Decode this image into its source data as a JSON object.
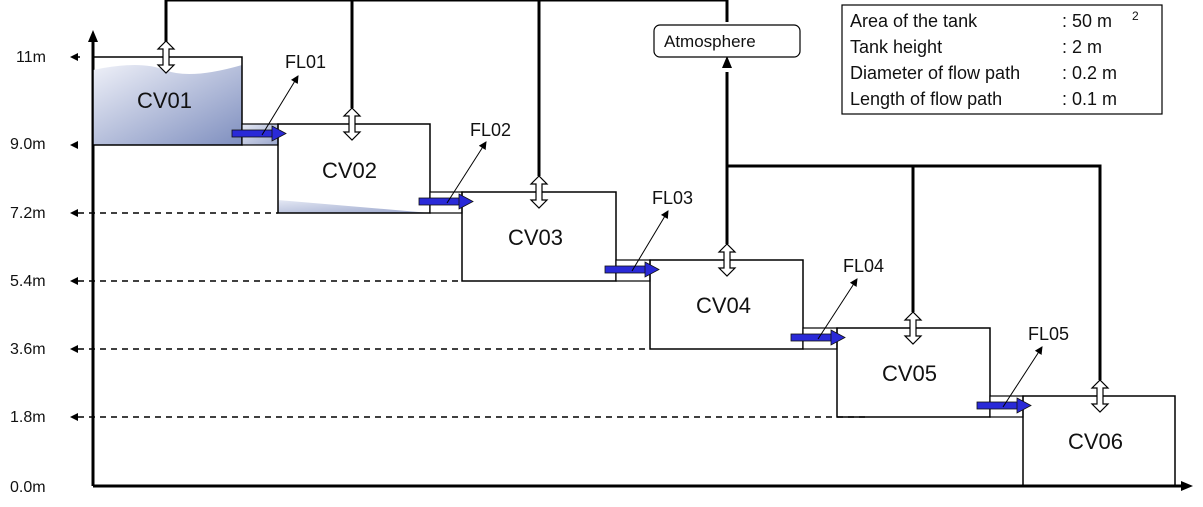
{
  "diagram": {
    "y_axis_labels": [
      "11m",
      "9.0m",
      "7.2m",
      "5.4m",
      "3.6m",
      "1.8m",
      "0.0m"
    ],
    "tanks": [
      "CV01",
      "CV02",
      "CV03",
      "CV04",
      "CV05",
      "CV06"
    ],
    "flow_paths": [
      "FL01",
      "FL02",
      "FL03",
      "FL04",
      "FL05"
    ],
    "atmosphere_label": "Atmosphere",
    "info_box": {
      "rows": [
        {
          "label": "Area of the tank",
          "value": ": 50  m",
          "superscript": "2"
        },
        {
          "label": "Tank height",
          "value": ": 2    m"
        },
        {
          "label": "Diameter of flow path",
          "value": ": 0.2 m"
        },
        {
          "label": "Length of flow path",
          "value": ": 0.1 m"
        }
      ]
    },
    "colors": {
      "water_dark": "#7f8fbf",
      "water_light": "#eef0f8",
      "flow_arrow": "#2a2ad8",
      "line": "#000000"
    }
  }
}
